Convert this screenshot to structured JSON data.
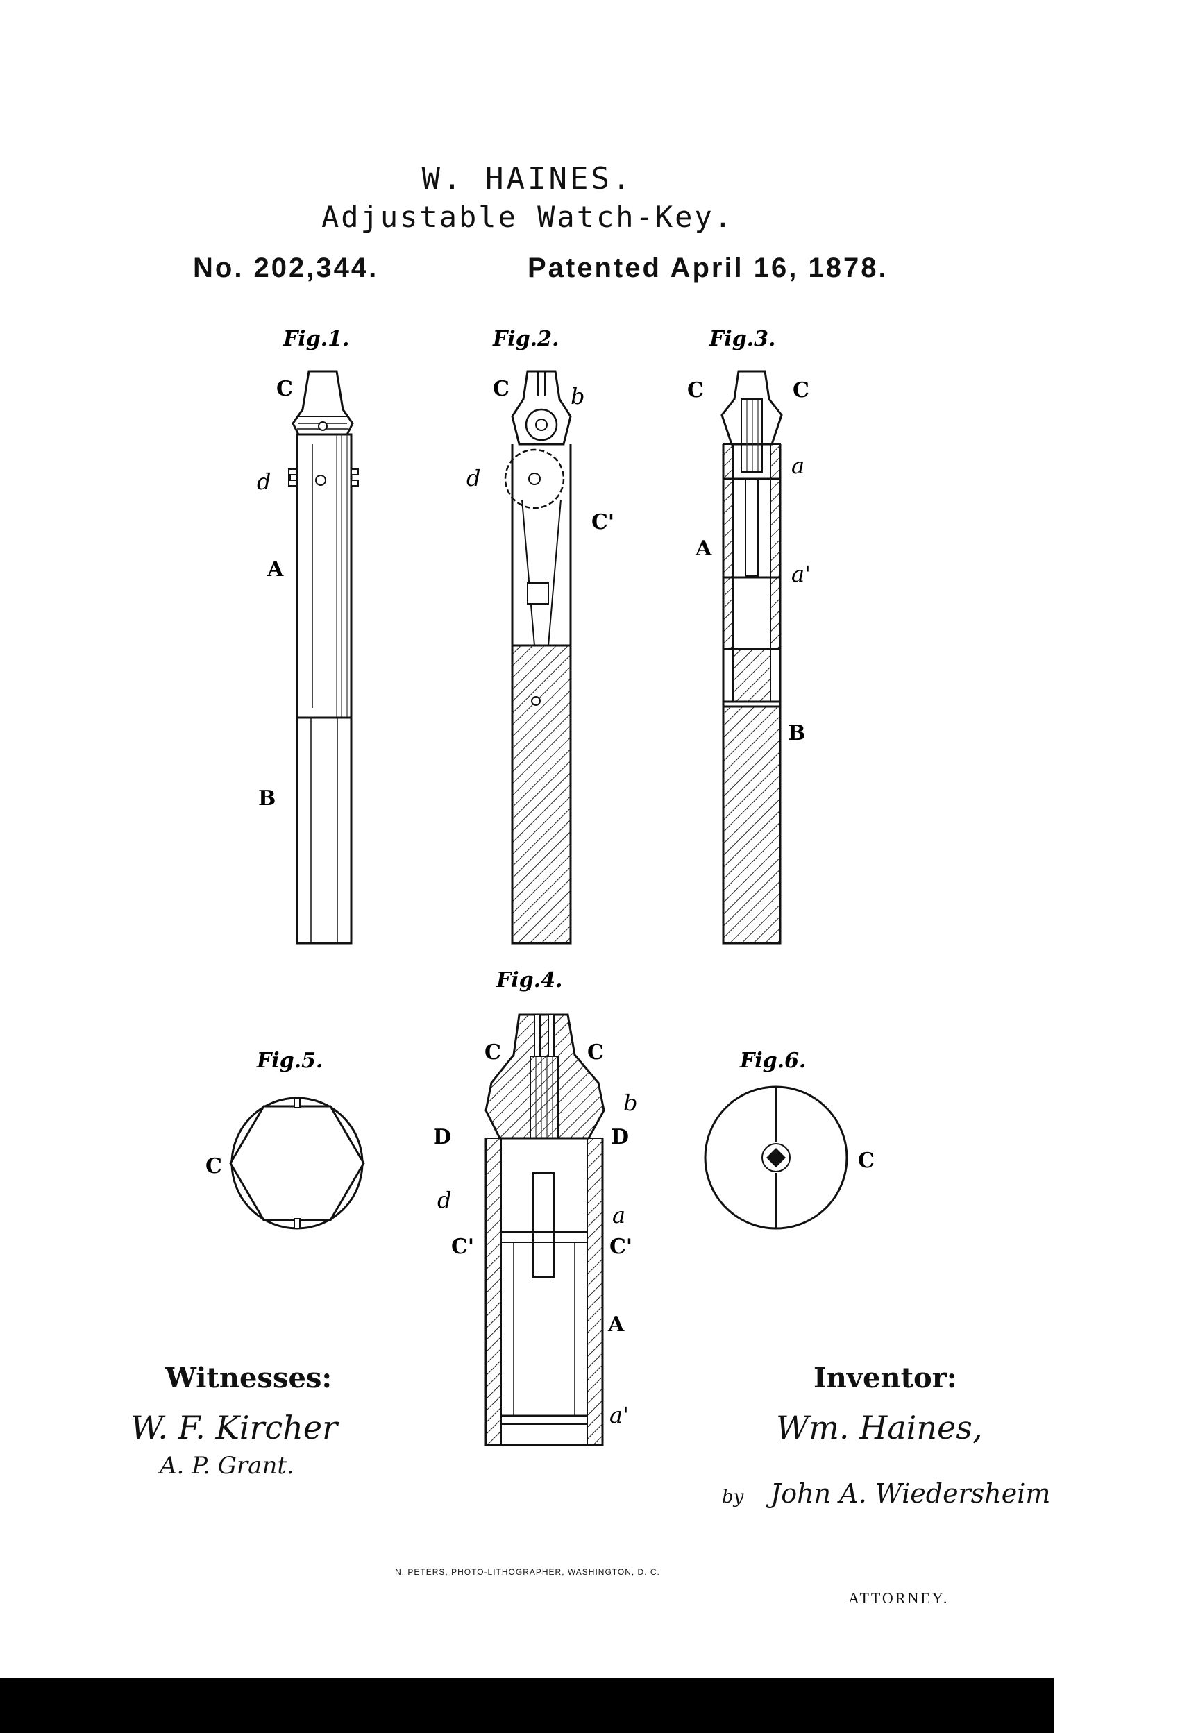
{
  "header": {
    "inventor_name": "W. HAINES.",
    "title": "Adjustable Watch-Key.",
    "patent_number": "No. 202,344.",
    "patent_date": "Patented April 16, 1878."
  },
  "figures": {
    "fig1": "Fig.1.",
    "fig2": "Fig.2.",
    "fig3": "Fig.3.",
    "fig4": "Fig.4.",
    "fig5": "Fig.5.",
    "fig6": "Fig.6."
  },
  "labels": {
    "C": "C",
    "C_prime": "C'",
    "A": "A",
    "B": "B",
    "D": "D",
    "a": "a",
    "a_prime": "a'",
    "b": "b",
    "d": "d"
  },
  "witnesses": {
    "heading": "Witnesses:",
    "witness1": "W. F. Kircher",
    "witness2": "A. P. Grant."
  },
  "inventor": {
    "heading": "Inventor:",
    "name": "Wm. Haines,",
    "by": "by",
    "attorney_sig": "John A. Wiedersheim",
    "attorney_label": "ATTORNEY."
  },
  "footer": {
    "printer": "N. PETERS, PHOTO-LITHOGRAPHER, WASHINGTON, D. C."
  }
}
